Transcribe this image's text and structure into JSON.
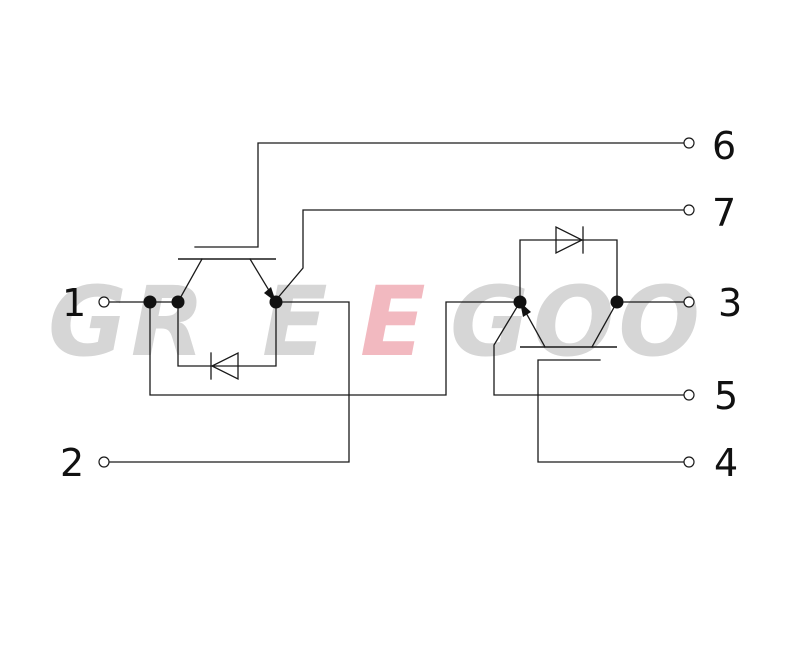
{
  "watermark": {
    "left_text": "GR",
    "mid_text": "E",
    "mid2_text": "E",
    "right_text": "GOO",
    "color": "#d6d6d6",
    "accent_color": "#f2b9c0"
  },
  "pins": {
    "p1": "1",
    "p2": "2",
    "p3": "3",
    "p4": "4",
    "p5": "5",
    "p6": "6",
    "p7": "7"
  },
  "colors": {
    "ink": "#1a1a1a",
    "background": "#ffffff"
  }
}
